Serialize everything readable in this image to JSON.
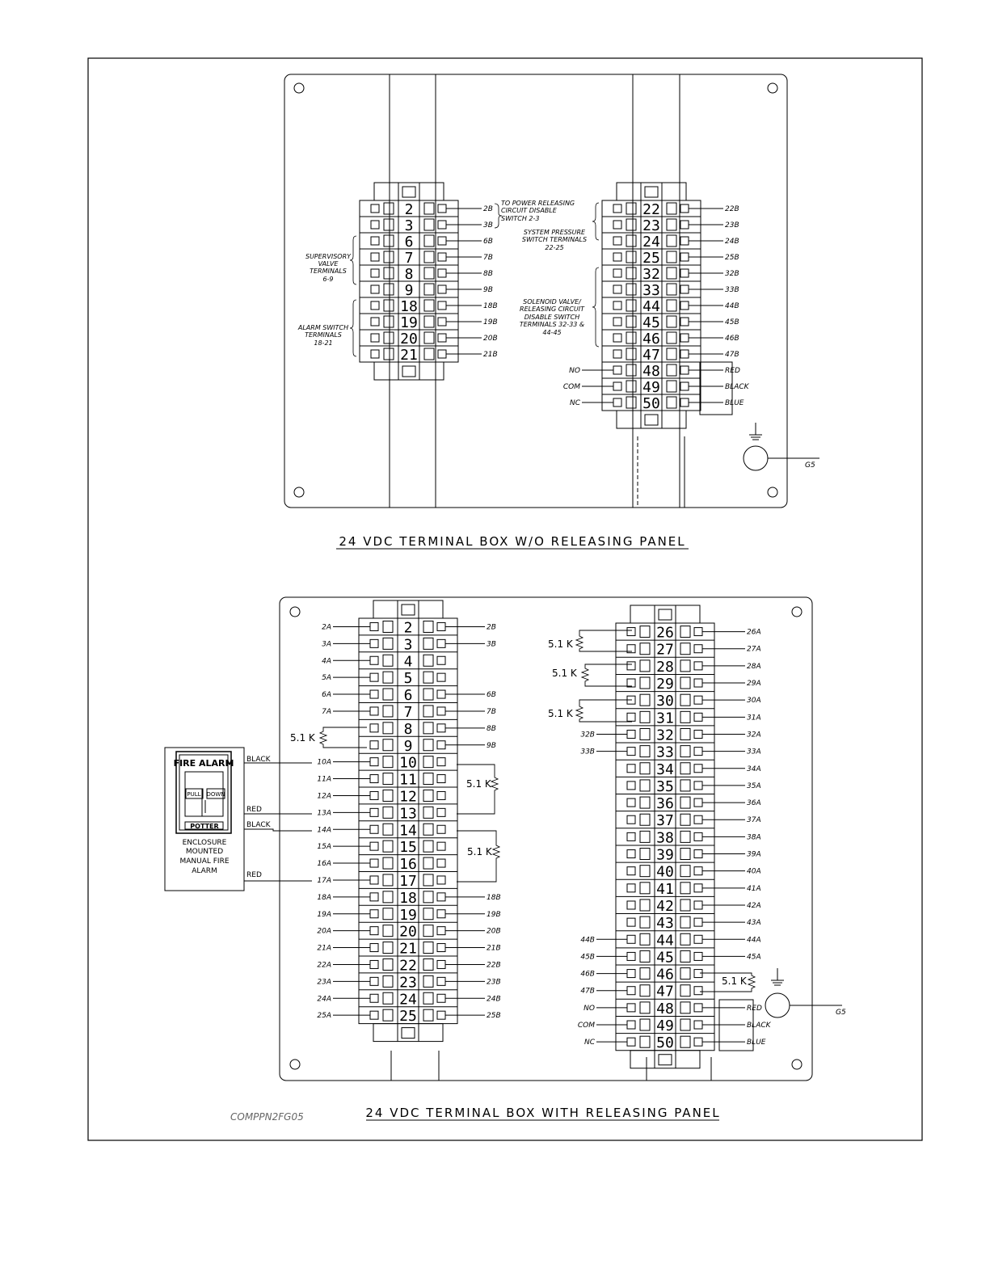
{
  "titles": {
    "top": "24 VDC TERMINAL BOX W/O RELEASING PANEL",
    "bottom": "24 VDC TERMINAL BOX WITH RELEASING PANEL",
    "drawing_id": "COMPPN2FG05"
  },
  "top_panel": {
    "left_block": {
      "terminals": [
        "2",
        "3",
        "6",
        "7",
        "8",
        "9",
        "18",
        "19",
        "20",
        "21"
      ],
      "right_labels": [
        "2B",
        "3B",
        "6B",
        "7B",
        "8B",
        "9B",
        "18B",
        "19B",
        "20B",
        "21B"
      ]
    },
    "right_block": {
      "terminals": [
        "22",
        "23",
        "24",
        "25",
        "32",
        "33",
        "44",
        "45",
        "46",
        "47",
        "48",
        "49",
        "50"
      ],
      "right_labels": [
        "22B",
        "23B",
        "24B",
        "25B",
        "32B",
        "33B",
        "44B",
        "45B",
        "46B",
        "47B",
        "RED",
        "BLACK",
        "BLUE"
      ],
      "left_labels": [
        "NO",
        "COM",
        "NC"
      ]
    },
    "notes": {
      "supervisory": [
        "SUPERVISORY",
        "VALVE",
        "TERMINALS",
        "6-9"
      ],
      "alarm_switch": [
        "ALARM SWITCH",
        "TERMINALS",
        "18-21"
      ],
      "power_disable": [
        "TO POWER RELEASING",
        "CIRCUIT DISABLE",
        "SWITCH 2-3"
      ],
      "system_pressure": [
        "SYSTEM PRESSURE",
        "SWITCH TERMINALS",
        "22-25"
      ],
      "solenoid": [
        "SOLENOID VALVE/",
        "RELEASING CIRCUIT",
        "DISABLE SWITCH",
        "TERMINALS 32-33 &",
        "44-45"
      ]
    },
    "ground_label": "G5"
  },
  "bottom_panel": {
    "left_block": {
      "terminals": [
        "2",
        "3",
        "4",
        "5",
        "6",
        "7",
        "8",
        "9",
        "10",
        "11",
        "12",
        "13",
        "14",
        "15",
        "16",
        "17",
        "18",
        "19",
        "20",
        "21",
        "22",
        "23",
        "24",
        "25"
      ],
      "left_labels": [
        "2A",
        "3A",
        "4A",
        "5A",
        "6A",
        "7A",
        "",
        "",
        "10A",
        "11A",
        "12A",
        "13A",
        "14A",
        "15A",
        "16A",
        "17A",
        "18A",
        "19A",
        "20A",
        "21A",
        "22A",
        "23A",
        "24A",
        "25A"
      ],
      "right_labels": [
        "2B",
        "3B",
        "",
        "",
        "6B",
        "7B",
        "8B",
        "9B",
        "",
        "",
        "",
        "",
        "",
        "",
        "",
        "",
        "18B",
        "19B",
        "20B",
        "21B",
        "22B",
        "23B",
        "24B",
        "25B"
      ]
    },
    "right_block": {
      "terminals": [
        "26",
        "27",
        "28",
        "29",
        "30",
        "31",
        "32",
        "33",
        "34",
        "35",
        "36",
        "37",
        "38",
        "39",
        "40",
        "41",
        "42",
        "43",
        "44",
        "45",
        "46",
        "47",
        "48",
        "49",
        "50"
      ],
      "left_labels": [
        "",
        "",
        "",
        "",
        "",
        "",
        "32B",
        "33B",
        "",
        "",
        "",
        "",
        "",
        "",
        "",
        "",
        "",
        "",
        "44B",
        "45B",
        "46B",
        "47B",
        "NO",
        "COM",
        "NC"
      ],
      "right_labels": [
        "26A",
        "27A",
        "28A",
        "29A",
        "30A",
        "31A",
        "32A",
        "33A",
        "34A",
        "35A",
        "36A",
        "37A",
        "38A",
        "39A",
        "40A",
        "41A",
        "42A",
        "43A",
        "44A",
        "45A",
        "",
        "",
        "RED",
        "BLACK",
        "BLUE"
      ]
    },
    "resistor_label": "5.1 K",
    "ground_label": "G5",
    "alarm_box": {
      "sign_text": "FIRE ALARM",
      "pull_text": "PULL",
      "down_text": "DOWN",
      "brand": "POTTER",
      "caption": [
        "ENCLOSURE",
        "MOUNTED",
        "MANUAL FIRE",
        "ALARM"
      ],
      "wires": [
        "BLACK",
        "RED",
        "BLACK",
        "RED"
      ]
    }
  }
}
